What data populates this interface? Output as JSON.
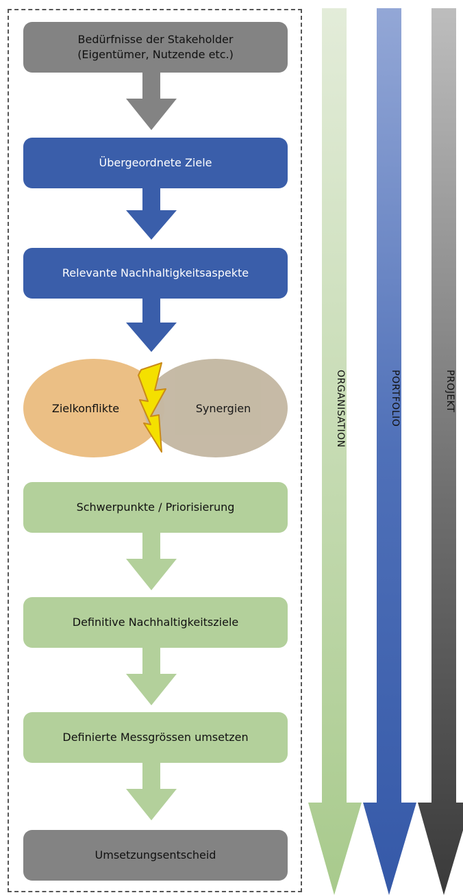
{
  "steps": {
    "stakeholder": {
      "line1": "Bedürfnisse der Stakeholder",
      "line2": "(Eigentümer, Nutzende etc.)"
    },
    "goals": "Übergeordnete Ziele",
    "aspects": "Relevante Nachhaltigkeitsaspekte",
    "conflicts": "Zielkonflikte",
    "synergies": "Synergien",
    "priorities": "Schwerpunkte / Priorisierung",
    "definitive_goals": "Definitive Nachhaltigkeitsziele",
    "measures": "Definierte Messgrössen umsetzen",
    "decision": "Umsetzungsentscheid"
  },
  "levels": [
    "ORGANISATION",
    "PORTFOLIO",
    "PROJEKT"
  ],
  "colors": {
    "gray": "#838383",
    "blue": "#3a5eaa",
    "green": "#b3d09b",
    "orange": "#ebbf85",
    "taupe": "#c4b8a3",
    "bolt": "#f4e000"
  }
}
